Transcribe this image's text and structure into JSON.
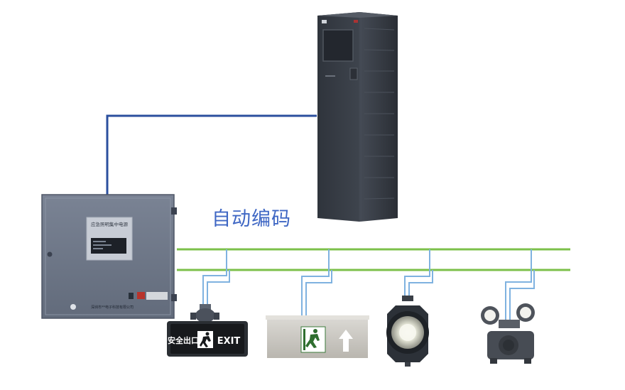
{
  "caption": "自动编码",
  "panel": {
    "front_label": "应急照明集中电源",
    "maker_plate": "深圳市**电子科技有限公司"
  },
  "exit_sign": {
    "chinese_text": "安全出口",
    "english_text": "EXIT"
  },
  "colors": {
    "control_line": "#2b4f9e",
    "bus_line": "#7cc04a",
    "drop_wire": "#7fb2e0",
    "cabinet": "#3a3f48",
    "panel_body": "#6f7889",
    "caption": "#3f67c4"
  },
  "icons": [
    "pedestrian-exit-icon",
    "arrow-up-icon"
  ]
}
